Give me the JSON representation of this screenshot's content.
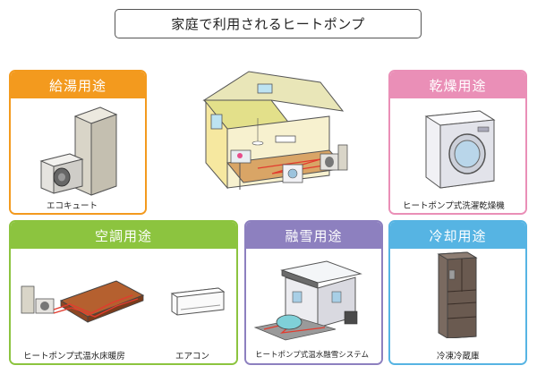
{
  "page": {
    "title": "家庭で利用されるヒートポンプ"
  },
  "cards": {
    "hot_water": {
      "header": "給湯用途",
      "caption": "エコキュート",
      "color": "#f39a1e"
    },
    "drying": {
      "header": "乾燥用途",
      "caption": "ヒートポンプ式洗濯乾燥機",
      "color": "#ea8fb7"
    },
    "air_conditioning": {
      "header": "空調用途",
      "caption_floor": "ヒートポンプ式温水床暖房",
      "caption_ac": "エアコン",
      "color": "#8cc43f"
    },
    "snow_melting": {
      "header": "融雪用途",
      "caption": "ヒートポンプ式温水融雪システム",
      "color": "#8d80bf"
    },
    "cooling": {
      "header": "冷却用途",
      "caption": "冷凍冷蔵庫",
      "color": "#56b4e3"
    }
  },
  "icons": [
    "eco-cute-unit-icon",
    "washer-dryer-icon",
    "house-cutaway-icon",
    "floor-heating-icon",
    "air-conditioner-icon",
    "snow-melting-house-icon",
    "refrigerator-icon"
  ]
}
